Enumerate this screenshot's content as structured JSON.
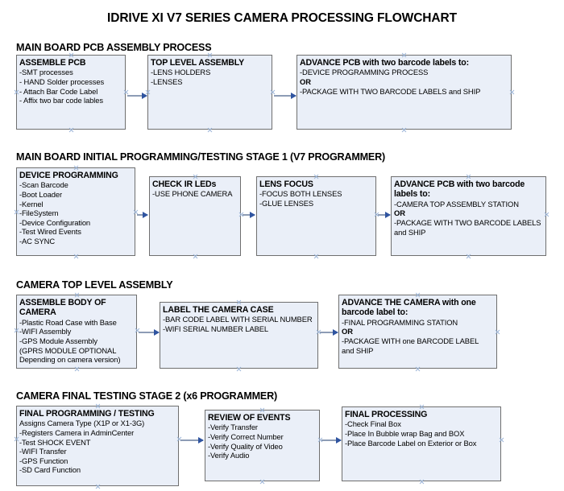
{
  "document": {
    "title": "IDRIVE XI V7 SERIES CAMERA PROCESSING FLOWCHART"
  },
  "sections": [
    {
      "id": "main-board-pcb-assembly-process",
      "title": "MAIN BOARD PCB ASSEMBLY PROCESS",
      "boxes": [
        {
          "id": "assemble-pcb",
          "heading": "ASSEMBLE PCB",
          "lines": [
            "-SMT processes",
            "- HAND Solder processes",
            "- Attach Bar Code Label",
            "- Affix two bar code lables"
          ]
        },
        {
          "id": "top-level-assembly",
          "heading": "TOP LEVEL ASSEMBLY",
          "lines": [
            "-LENS HOLDERS",
            "-LENSES"
          ]
        },
        {
          "id": "advance-pcb-two-barcode-labels",
          "heading": "ADVANCE PCB with two barcode labels to:",
          "lines": [
            "-DEVICE PROGRAMMING PROCESS",
            "OR",
            "-PACKAGE WITH TWO BARCODE LABELS and SHIP"
          ]
        }
      ]
    },
    {
      "id": "main-board-initial-programming-testing-stage-1",
      "title": "MAIN BOARD INITIAL PROGRAMMING/TESTING STAGE 1 (V7 PROGRAMMER)",
      "boxes": [
        {
          "id": "device-programming",
          "heading": "DEVICE PROGRAMMING",
          "lines": [
            "-Scan Barcode",
            "-Boot Loader",
            "-Kernel",
            "-FileSystem",
            "-Device Configuration",
            "-Test Wired Events",
            "-AC SYNC"
          ]
        },
        {
          "id": "check-ir-leds",
          "heading": "CHECK IR LEDs",
          "lines": [
            "-USE PHONE CAMERA"
          ]
        },
        {
          "id": "lens-focus",
          "heading": "LENS FOCUS",
          "lines": [
            "-FOCUS BOTH LENSES",
            "-GLUE LENSES"
          ]
        },
        {
          "id": "advance-pcb-two-barcode-labels-2",
          "heading": "ADVANCE PCB with two barcode labels to:",
          "lines": [
            "-CAMERA TOP ASSEMBLY STATION",
            "OR",
            "-PACKAGE WITH TWO BARCODE LABELS",
            "and SHIP"
          ]
        }
      ]
    },
    {
      "id": "camera-top-level-assembly",
      "title": "CAMERA TOP LEVEL ASSEMBLY",
      "boxes": [
        {
          "id": "assemble-body-of-camera",
          "heading": "ASSEMBLE BODY OF CAMERA",
          "lines": [
            "-Plastic Road Case with Base",
            "-WIFI Assembly",
            "-GPS Module Assembly",
            "(GPRS MODULE OPTIONAL",
            "Depending on camera version)"
          ]
        },
        {
          "id": "label-the-camera-case",
          "heading": "LABEL THE CAMERA CASE",
          "lines": [
            "-BAR CODE LABEL WITH SERIAL NUMBER",
            "-WIFI SERIAL NUMBER LABEL"
          ]
        },
        {
          "id": "advance-the-camera-one-barcode-label",
          "heading": "ADVANCE THE CAMERA with one barcode label to:",
          "lines": [
            "-FINAL PROGRAMMING STATION",
            "OR",
            "-PACKAGE WITH one BARCODE LABEL",
            "and SHIP"
          ]
        }
      ]
    },
    {
      "id": "camera-final-testing-stage-2",
      "title": "CAMERA FINAL TESTING STAGE 2 (x6 PROGRAMMER)",
      "boxes": [
        {
          "id": "final-programming-testing",
          "heading": "FINAL PROGRAMMING / TESTING",
          "lines": [
            "Assigns Camera Type (X1P or X1-3G)",
            "-Registers Camera in AdminCenter",
            "-Test SHOCK EVENT",
            "-WIFI Transfer",
            "-GPS Function",
            "-SD Card Function"
          ]
        },
        {
          "id": "review-of-events",
          "heading": "REVIEW OF EVENTS",
          "lines": [
            "-Verify Transfer",
            "-Verify Correct Number",
            "-Verify Quality of Video",
            "-Verify Audio"
          ]
        },
        {
          "id": "final-processing",
          "heading": "FINAL PROCESSING",
          "lines": [
            " -Check Final Box",
            "-Place In Bubble wrap Bag and BOX",
            "-Place Barcode Label on Exterior or Box"
          ]
        }
      ]
    }
  ],
  "colors": {
    "box_fill": "#eaeff8",
    "box_border": "#6f6f6f",
    "connector": "#8d9cb5",
    "arrow_head": "#2f54a0",
    "handle": "#9db6d8",
    "text": "#000000",
    "background": "#ffffff"
  }
}
